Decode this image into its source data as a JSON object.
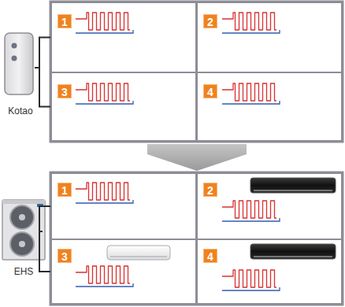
{
  "diagram": {
    "nodes": [
      {
        "text": [
          "Kotao"
        ]
      },
      {
        "text": [
          "1"
        ]
      },
      {
        "text": [
          "2"
        ]
      },
      {
        "text": [
          "3"
        ]
      },
      {
        "text": [
          "4"
        ]
      },
      {
        "text": [
          "EHS"
        ]
      },
      {
        "text": [
          "1"
        ]
      },
      {
        "text": [
          "2"
        ]
      },
      {
        "text": [
          "3"
        ]
      },
      {
        "text": [
          "4"
        ]
      }
    ],
    "edges": [
      {
        "from": 0,
        "to": 1,
        "arrow": "none"
      },
      {
        "from": 0,
        "to": 3,
        "arrow": "none"
      },
      {
        "from": 5,
        "to": 6,
        "arrow": "none"
      },
      {
        "from": 5,
        "to": 8,
        "arrow": "none"
      }
    ]
  }
}
